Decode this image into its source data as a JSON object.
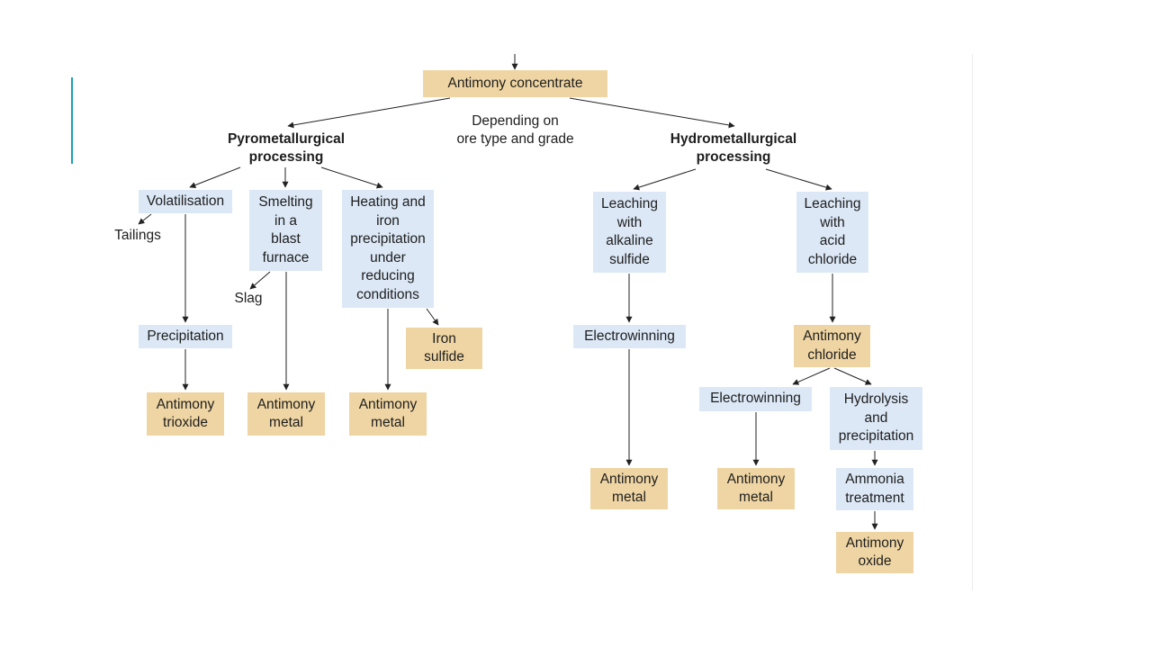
{
  "slide": {
    "accent_color": "#1ba1b5",
    "process_color": "#dce8f6",
    "product_color": "#efd5a3",
    "line_color": "#222222"
  },
  "diagram": {
    "root": "Antimony concentrate",
    "note": "Depending on\nore type and grade",
    "pyro": {
      "heading": "Pyrometallurgical\nprocessing",
      "volatilisation": "Volatilisation",
      "tailings": "Tailings",
      "precipitation": "Precipitation",
      "antimony_trioxide": "Antimony\ntrioxide",
      "smelting": "Smelting\nin a\nblast\nfurnace",
      "slag": "Slag",
      "smelting_metal": "Antimony\nmetal",
      "heating": "Heating and\niron\nprecipitation\nunder\nreducing\nconditions",
      "iron_sulfide": "Iron\nsulfide",
      "heating_metal": "Antimony\nmetal"
    },
    "hydro": {
      "heading": "Hydrometallurgical\nprocessing",
      "alkaline": "Leaching\nwith\nalkaline\nsulfide",
      "electrowinning_1": "Electrowinning",
      "alkaline_metal": "Antimony\nmetal",
      "acid": "Leaching\nwith\nacid\nchloride",
      "antimony_chloride": "Antimony\nchloride",
      "electrowinning_2": "Electrowinning",
      "chloride_metal": "Antimony\nmetal",
      "hydrolysis": "Hydrolysis\nand\nprecipitation",
      "ammonia": "Ammonia\ntreatment",
      "antimony_oxide": "Antimony\noxide"
    }
  }
}
